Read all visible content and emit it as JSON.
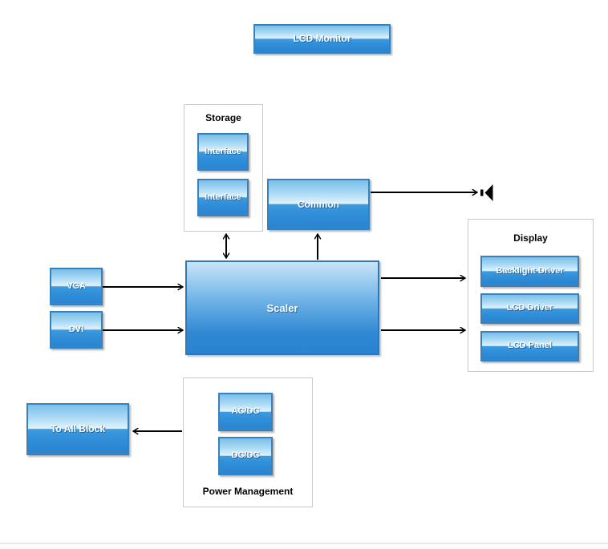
{
  "blocks": {
    "lcd_monitor": {
      "label": "LCD Monitor"
    },
    "vga": {
      "label": "VGA"
    },
    "dvi": {
      "label": "DVI"
    },
    "scaler": {
      "label": "Scaler"
    },
    "common": {
      "label": "Common"
    },
    "to_all_block": {
      "label": "To All Block"
    }
  },
  "groups": {
    "storage": {
      "label": "Storage",
      "items": [
        "Interface",
        "Interface"
      ]
    },
    "display": {
      "label": "Display",
      "items": [
        "Backlight Driver",
        "LCD Driver",
        "LCD Panel"
      ]
    },
    "power": {
      "label": "Power Management",
      "items": [
        "AC/DC",
        "DC/DC"
      ]
    }
  },
  "icons": {
    "speaker": "speaker-icon"
  },
  "colors": {
    "block_border": "#3a80bd",
    "gloss_top": "#79bfe9",
    "gloss_highlight": "#dcf0fc",
    "gloss_mid": "#3f9bdf",
    "gloss_bottom": "#2b84d0",
    "scaler_top": "#c8e5f8",
    "scaler_bottom": "#2b83cf",
    "group_border": "#c9c9c9",
    "text_on_blue": "#ffffff",
    "group_label_text": "#000000",
    "arrow": "#000000",
    "footer_line": "#e8e8e8"
  }
}
